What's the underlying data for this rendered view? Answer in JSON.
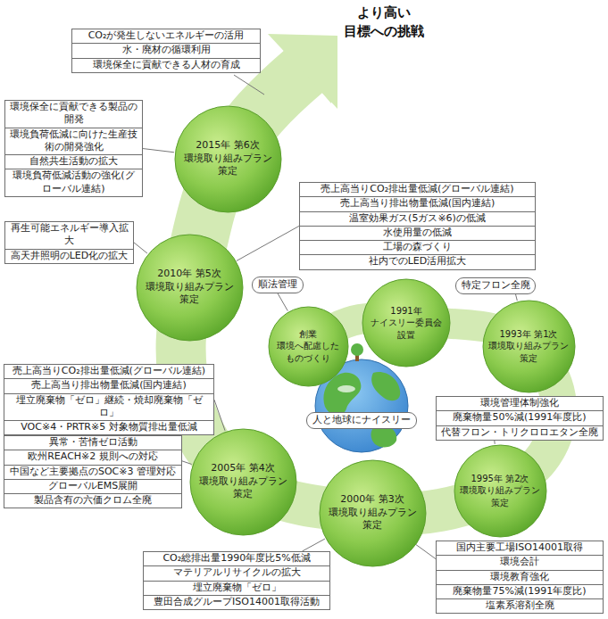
{
  "diagram": {
    "nodes": [
      {
        "text": [
          "CO₂が発生しないエネルギーの活用",
          "水・廃材の循環利用",
          "環境保全に貢献できる人材の育成"
        ]
      },
      {
        "text": [
          "環境保全に貢献できる製品の開発",
          "環境負荷低減に向けた生産技術の開発強化",
          "自然共生活動の拡大",
          "環境負荷低減活動の強化(グローバル連結)"
        ]
      },
      {
        "text": [
          "2015年 第6次 環境取り組みプラン 策定"
        ]
      },
      {
        "text": [
          "売上高当りCO₂排出量低減(グローバル連結)",
          "売上高当り排出物量低減(国内連結)",
          "温室効果ガス(5ガス※6)の低減",
          "水使用量の低減",
          "工場の森づくり",
          "社内でのLED活用拡大"
        ]
      },
      {
        "text": [
          "再生可能エネルギー導入拡大",
          "高天井照明のLED化の拡大"
        ]
      },
      {
        "text": [
          "2010年 第5次 環境取り組みプラン 策定"
        ]
      },
      {
        "text": [
          "順法管理"
        ]
      },
      {
        "text": [
          "1991年 ナイスリー委員会 設置"
        ]
      },
      {
        "text": [
          "特定フロン全廃"
        ]
      },
      {
        "text": [
          "創業 環境へ配慮した ものづくり"
        ]
      },
      {
        "text": [
          "1993年 第1次 環境取り組みプラン 策定"
        ]
      },
      {
        "text": [
          "人と地球にナイスリー"
        ]
      },
      {
        "text": [
          "売上高当りCO₂排出量低減(グローバル連結)",
          "売上高当り排出物量低減(国内連結)",
          "埋立廃棄物「ゼロ」継続・焼却廃棄物「ゼロ」",
          "VOC※4・PRTR※5 対象物質排出量低減"
        ]
      },
      {
        "text": [
          "環境管理体制強化",
          "廃棄物量50%減(1991年度比)",
          "代替フロン・トリクロロエタン全廃"
        ]
      },
      {
        "text": [
          "異常・苦情ゼロ活動",
          "欧州REACH※2 規則への対応",
          "中国など主要拠点のSOC※3 管理対応",
          "グローバルEMS展開",
          "製品含有の六価クロム全廃"
        ]
      },
      {
        "text": [
          "2005年 第4次 環境取り組みプラン 策定"
        ]
      },
      {
        "text": [
          "1995年 第2次 環境取り組みプラン 策定"
        ]
      },
      {
        "text": [
          "2000年 第3次 環境取り組みプラン 策定"
        ]
      },
      {
        "text": [
          "CO₂総排出量1990年度比5%低減",
          "マテリアルリサイクルの拡大",
          "埋立廃棄物「ゼロ」",
          "豊田合成グループISO14001取得活動"
        ]
      },
      {
        "text": [
          "国内主要工場ISO14001取得",
          "環境会計",
          "環境教育強化",
          "廃棄物量75%減(1991年度比)",
          "塩素系溶剤全廃"
        ]
      }
    ],
    "edges": [
      {
        "from": 1,
        "to": 2,
        "arrow": "none"
      },
      {
        "from": 3,
        "to": 5,
        "arrow": "none"
      },
      {
        "from": 4,
        "to": 5,
        "arrow": "none"
      },
      {
        "from": 6,
        "to": 9,
        "arrow": "none"
      },
      {
        "from": 8,
        "to": 10,
        "arrow": "none"
      },
      {
        "from": 12,
        "to": 15,
        "arrow": "none"
      },
      {
        "from": 14,
        "to": 15,
        "arrow": "none"
      },
      {
        "from": 13,
        "to": 16,
        "arrow": "none"
      },
      {
        "from": 18,
        "to": 17,
        "arrow": "none"
      },
      {
        "from": 19,
        "to": 17,
        "arrow": "none"
      }
    ],
    "labels": [
      "より高い 目標への挑戦"
    ]
  }
}
